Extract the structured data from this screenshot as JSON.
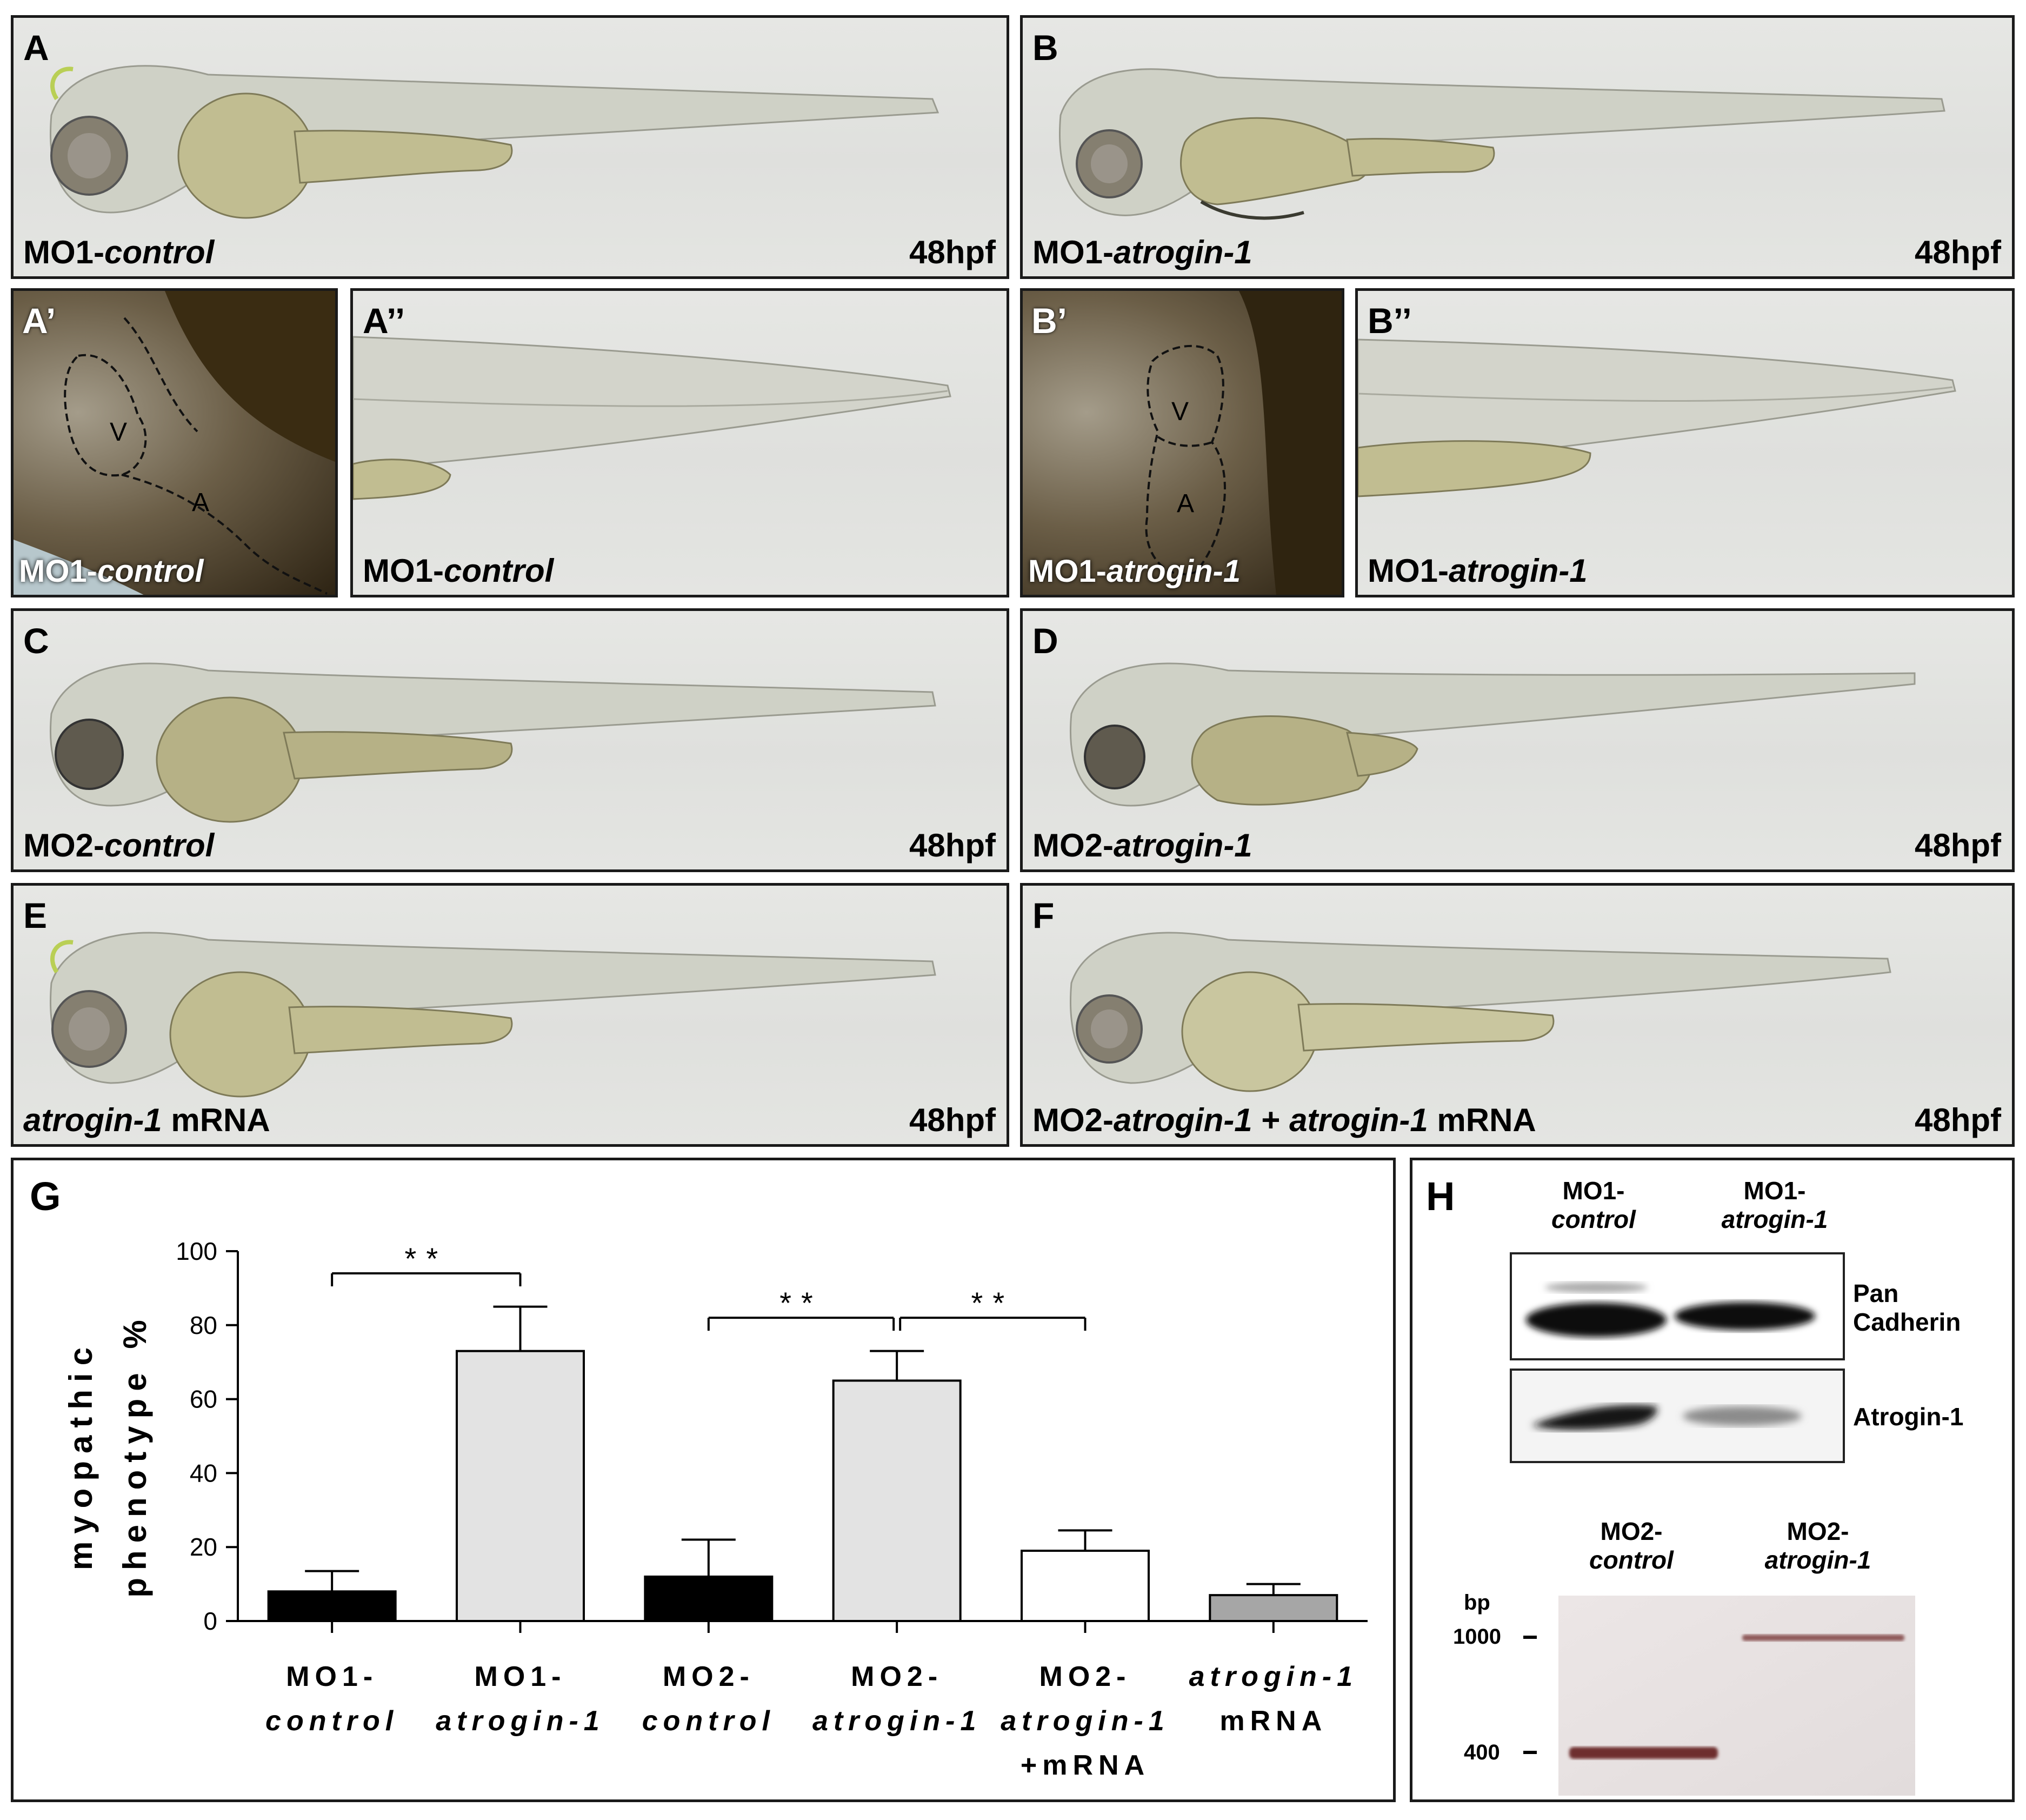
{
  "panels": {
    "A": {
      "label": "A",
      "cap_pre": "MO1-",
      "cap_it": "control",
      "cap_post": "",
      "age": "48hpf"
    },
    "B": {
      "label": "B",
      "cap_pre": "MO1-",
      "cap_it": "atrogin-1",
      "cap_post": "",
      "age": "48hpf"
    },
    "A1": {
      "label": "A’",
      "cap_pre": "MO1-",
      "cap_it": "control",
      "v": "V",
      "a": "A"
    },
    "A2": {
      "label": "A’’",
      "cap_pre": "MO1-",
      "cap_it": "control"
    },
    "B1": {
      "label": "B’",
      "cap_pre": "MO1-",
      "cap_it": "atrogin-1",
      "v": "V",
      "a": "A"
    },
    "B2": {
      "label": "B’’",
      "cap_pre": "MO1-",
      "cap_it": "atrogin-1"
    },
    "C": {
      "label": "C",
      "cap_pre": "MO2-",
      "cap_it": "control",
      "age": "48hpf"
    },
    "D": {
      "label": "D",
      "cap_pre": "MO2-",
      "cap_it": "atrogin-1",
      "age": "48hpf"
    },
    "E": {
      "label": "E",
      "cap_it": "atrogin-1",
      "cap_post": " mRNA",
      "age": "48hpf"
    },
    "F": {
      "label": "F",
      "cap_pre": "MO2-",
      "cap_it": "atrogin-1",
      "cap_mid": " + ",
      "cap_it2": "atrogin-1",
      "cap_post": " mRNA",
      "age": "48hpf"
    },
    "G": {
      "label": "G"
    },
    "H": {
      "label": "H"
    }
  },
  "chart_data": {
    "type": "bar",
    "ylabel_line1": "myopathic",
    "ylabel_line2": "phenotype %",
    "ylim": [
      0,
      100
    ],
    "yticks": [
      0,
      20,
      40,
      60,
      80,
      100
    ],
    "categories": [
      {
        "line1": "MO1-",
        "line2": "control",
        "line3": ""
      },
      {
        "line1": "MO1-",
        "line2": "atrogin-1",
        "line3": ""
      },
      {
        "line1": "MO2-",
        "line2": "control",
        "line3": ""
      },
      {
        "line1": "MO2-",
        "line2": "atrogin-1",
        "line3": ""
      },
      {
        "line1": "MO2-",
        "line2": "atrogin-1",
        "line3": "+mRNA"
      },
      {
        "line1": "atrogin-1",
        "line2": "mRNA",
        "line3": ""
      }
    ],
    "values": [
      8,
      73,
      12,
      65,
      19,
      7
    ],
    "errors": [
      5.5,
      12,
      10,
      8,
      5.5,
      3
    ],
    "bar_colors": [
      "#000000",
      "#e3e3e3",
      "#000000",
      "#e3e3e3",
      "#ffffff",
      "#a6a6a6"
    ],
    "significance": [
      {
        "from": 0,
        "to": 1,
        "label": "**",
        "y": 94
      },
      {
        "from": 2,
        "to": 3,
        "label": "**",
        "y": 82
      },
      {
        "from": 3,
        "to": 4,
        "label": "**",
        "y": 82
      }
    ]
  },
  "blot": {
    "col1_l1": "MO1-",
    "col1_l2": "control",
    "col2_l1": "MO1-",
    "col2_l2": "atrogin-1",
    "band1_l1": "Pan",
    "band1_l2": "Cadherin",
    "band2": "Atrogin-1"
  },
  "gel": {
    "col1_l1": "MO2-",
    "col1_l2": "control",
    "col2_l1": "MO2-",
    "col2_l2": "atrogin-1",
    "unit": "bp",
    "marker_high": "1000",
    "marker_low": "400"
  }
}
